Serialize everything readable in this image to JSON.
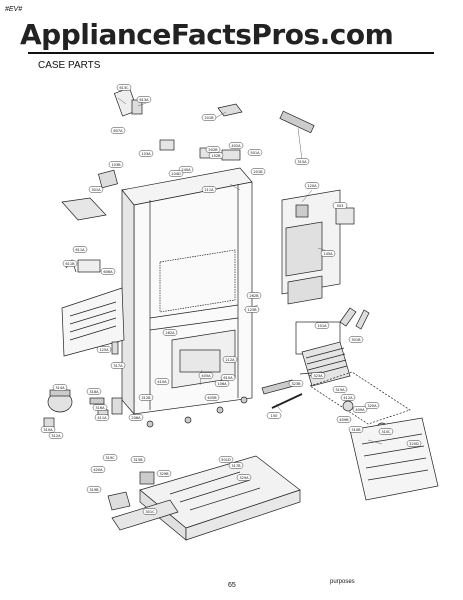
{
  "header": {
    "corner_label": "#EV#",
    "watermark": "ApplianceFactsPros.com"
  },
  "section": {
    "subtitle": "CASE PARTS"
  },
  "footer": {
    "page_number": "65",
    "note": "purposes"
  },
  "callouts": [
    {
      "id": "c-613c",
      "text": "613C"
    },
    {
      "id": "c-613a",
      "text": "613A"
    },
    {
      "id": "c-201b",
      "text": "201B"
    },
    {
      "id": "c-607a",
      "text": "607A"
    },
    {
      "id": "c-315a",
      "text": "315A"
    },
    {
      "id": "c-103a",
      "text": "103A"
    },
    {
      "id": "c-502b",
      "text": "502B"
    },
    {
      "id": "c-402a",
      "text": "402A"
    },
    {
      "id": "c-501a",
      "text": "501A"
    },
    {
      "id": "c-103b",
      "text": "103B"
    },
    {
      "id": "c-152b",
      "text": "152B"
    },
    {
      "id": "c-240a",
      "text": "240A"
    },
    {
      "id": "c-201b2",
      "text": "201B"
    },
    {
      "id": "c-104d",
      "text": "104D"
    },
    {
      "id": "c-301a",
      "text": "301A"
    },
    {
      "id": "c-120a",
      "text": "120A"
    },
    {
      "id": "c-503",
      "text": "503"
    },
    {
      "id": "c-211a",
      "text": "211A"
    },
    {
      "id": "c-145a",
      "text": "145A"
    },
    {
      "id": "c-611a",
      "text": "611A"
    },
    {
      "id": "c-611b",
      "text": "611B"
    },
    {
      "id": "c-606a",
      "text": "606A"
    },
    {
      "id": "c-125a",
      "text": "125A"
    },
    {
      "id": "c-262b",
      "text": "262B"
    },
    {
      "id": "c-262a",
      "text": "262A"
    },
    {
      "id": "c-101a",
      "text": "101A"
    },
    {
      "id": "c-301b",
      "text": "301B"
    },
    {
      "id": "c-125b",
      "text": "125B"
    },
    {
      "id": "c-212a",
      "text": "212A"
    },
    {
      "id": "c-317a",
      "text": "317A"
    },
    {
      "id": "c-314a",
      "text": "314A"
    },
    {
      "id": "c-310a",
      "text": "310A"
    },
    {
      "id": "c-318a",
      "text": "318A"
    },
    {
      "id": "c-312a",
      "text": "312A"
    },
    {
      "id": "c-411a",
      "text": "411A"
    },
    {
      "id": "c-316a",
      "text": "316A"
    },
    {
      "id": "c-410a",
      "text": "410A"
    },
    {
      "id": "c-405b",
      "text": "405B"
    },
    {
      "id": "c-106a",
      "text": "106A"
    },
    {
      "id": "c-150",
      "text": "150"
    },
    {
      "id": "c-312b",
      "text": "312B"
    },
    {
      "id": "c-206a",
      "text": "206A"
    },
    {
      "id": "c-412a",
      "text": "412A"
    },
    {
      "id": "c-319a",
      "text": "319A"
    },
    {
      "id": "c-409a",
      "text": "409A"
    },
    {
      "id": "c-409b",
      "text": "409B"
    },
    {
      "id": "c-310b",
      "text": "310B"
    },
    {
      "id": "c-320a",
      "text": "320A"
    },
    {
      "id": "c-310c",
      "text": "310C"
    },
    {
      "id": "c-323a",
      "text": "323A"
    },
    {
      "id": "c-323b",
      "text": "323B"
    },
    {
      "id": "c-610a",
      "text": "610A"
    },
    {
      "id": "c-405a",
      "text": "405A"
    },
    {
      "id": "c-319c",
      "text": "319C"
    },
    {
      "id": "c-420a",
      "text": "420A"
    },
    {
      "id": "c-319b",
      "text": "319B"
    },
    {
      "id": "c-315b",
      "text": "315B"
    },
    {
      "id": "c-317b",
      "text": "317B"
    },
    {
      "id": "c-329b",
      "text": "329B"
    },
    {
      "id": "c-329a",
      "text": "329A"
    },
    {
      "id": "c-501d",
      "text": "501D"
    },
    {
      "id": "c-301c",
      "text": "301C"
    },
    {
      "id": "c-320d",
      "text": "320D"
    }
  ]
}
